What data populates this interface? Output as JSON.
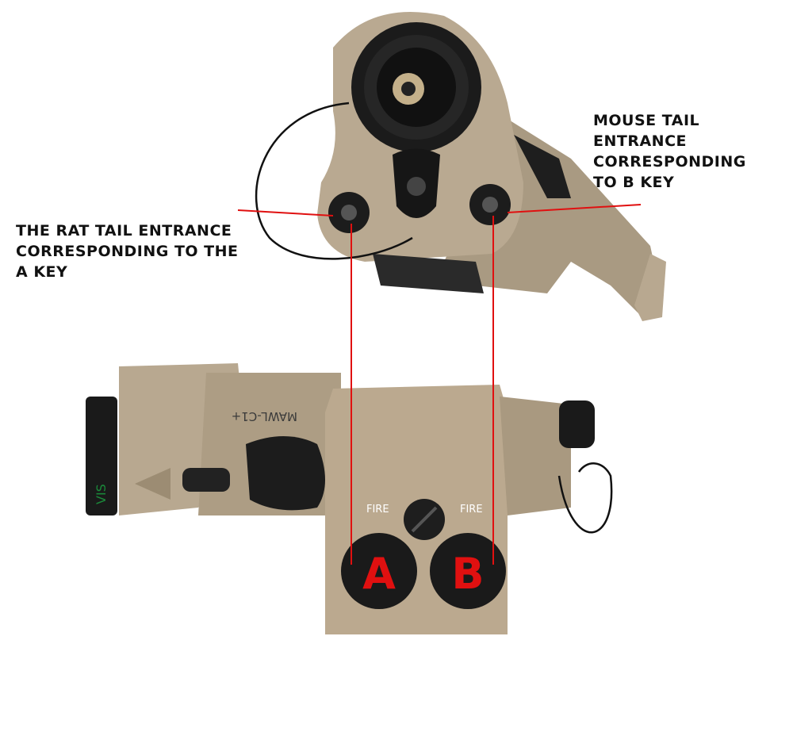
{
  "callouts": {
    "a_key": [
      "THE RAT TAIL ENTRANCE",
      "CORRESPONDING TO THE",
      "A KEY"
    ],
    "b_key": [
      "MOUSE TAIL",
      "ENTRANCE",
      "CORRESPONDING",
      "TO B KEY"
    ]
  },
  "device": {
    "model": "MAWL-C1+",
    "vis_label": "VIS",
    "fire_label_a": "FIRE",
    "fire_label_b": "FIRE",
    "button_a": "A",
    "button_b": "B"
  },
  "colors": {
    "tan": "#b8a890",
    "tan_dark": "#8f7f68",
    "red": "#e01010",
    "black": "#151515",
    "green": "#1a8a3a"
  }
}
